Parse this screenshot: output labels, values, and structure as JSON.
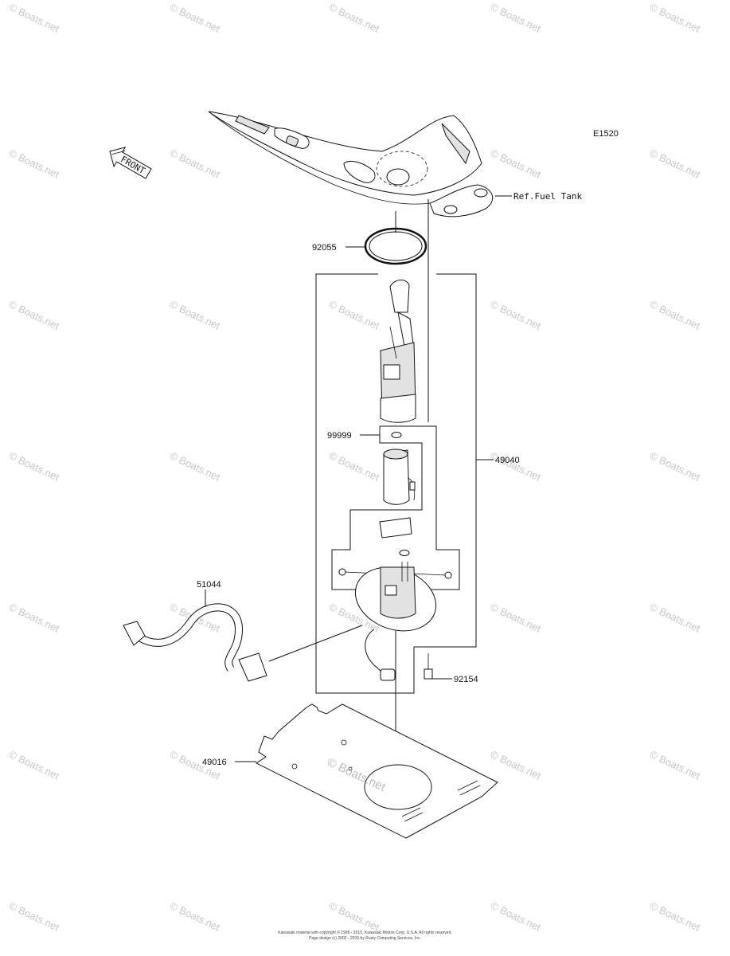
{
  "diagram": {
    "code": "E1520",
    "front_arrow_label": "FRONT",
    "ref_label": "Ref.Fuel Tank",
    "parts": {
      "p92055": "92055",
      "p99999": "99999",
      "p49040": "49040",
      "p51044": "51044",
      "p92154": "92154",
      "p49016": "49016"
    },
    "watermark_text": "© Boats.net",
    "inner_watermark": "© Boats.net"
  },
  "footer": {
    "line1": "Kawasaki material with copyright © 1998 - 2015, Kawasaki Motors Corp. U.S.A. All rights reserved.",
    "line2": "Page design (c) 2002 - 2015 by Rusty Computing Services, Inc."
  }
}
